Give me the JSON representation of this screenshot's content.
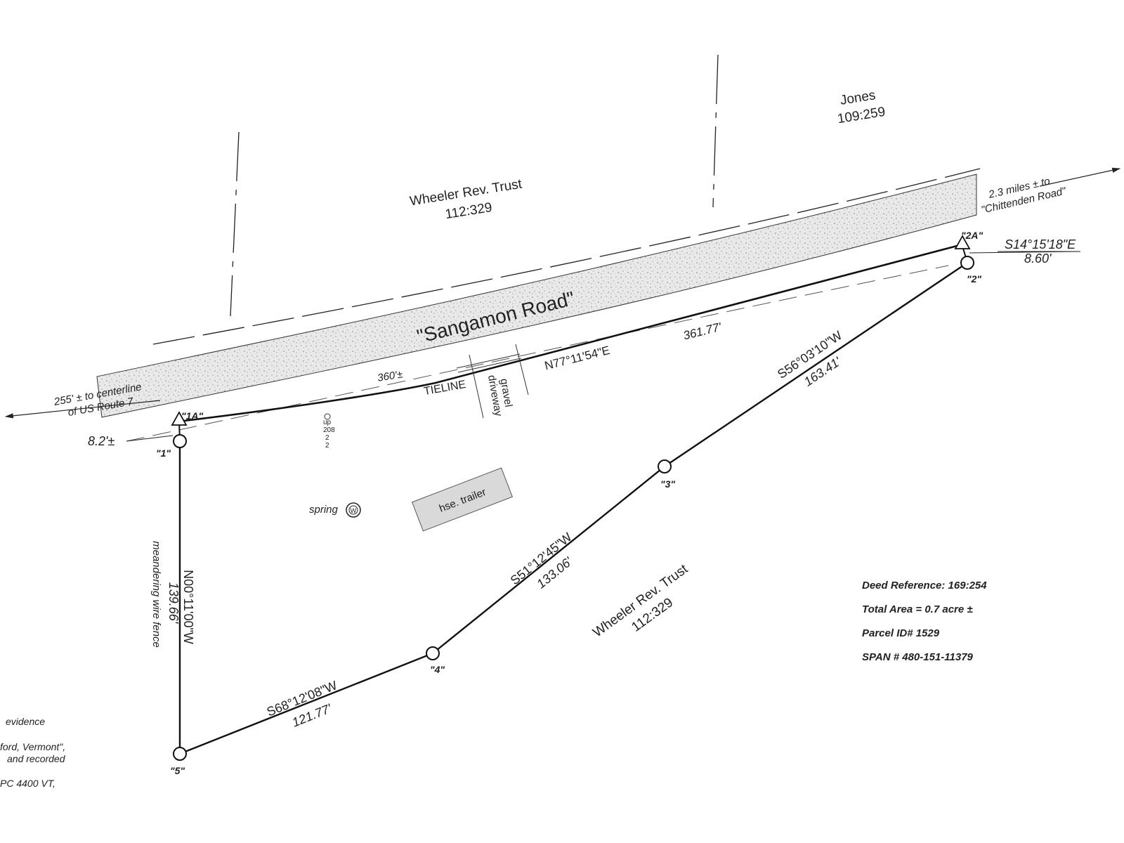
{
  "road": {
    "name": "\"Sangamon Road\""
  },
  "owners": {
    "north": {
      "name": "Wheeler Rev. Trust",
      "book": "112:329"
    },
    "northeast": {
      "name": "Jones",
      "book": "109:259"
    },
    "south": {
      "name": "Wheeler Rev. Trust",
      "book": "112:329"
    }
  },
  "directions": {
    "west_line1": "255' ± to centerline",
    "west_line2": "of US Route 7",
    "east_line1": "2.3 miles ± to",
    "east_line2": "\"Chittenden Road\""
  },
  "tie": {
    "offset_1a": "8.2'±",
    "bearing_2a": "S14°15'18\"E",
    "dist_2a": "8.60'"
  },
  "lines": {
    "north_bearing": "N77°11'54\"E",
    "north_dist": "361.77'",
    "tieline_dist": "360'±",
    "tieline_label": "TIELINE",
    "line_2_3_bearing": "S56°03'10\"W",
    "line_2_3_dist": "163.41'",
    "line_3_4_bearing": "S51°12'45\"W",
    "line_3_4_dist": "133.06'",
    "line_4_5_bearing": "S68°12'08\"W",
    "line_4_5_dist": "121.77'",
    "west_bearing": "N00°11'00\"W",
    "west_dist": "139.66'",
    "fence_note": "meandering wire fence"
  },
  "points": {
    "p1a": "\"1A\"",
    "p1": "\"1\"",
    "p2a": "\"2A\"",
    "p2": "\"2\"",
    "p3": "\"3\"",
    "p4": "\"4\"",
    "p5": "\"5\""
  },
  "features": {
    "driveway_line1": "gravel",
    "driveway_line2": "driveway",
    "spring": "spring",
    "trailer": "hse. trailer",
    "pole_line1": "up",
    "pole_line2": "208",
    "pole_line3": "2",
    "pole_line4": "2"
  },
  "info": {
    "deed": "Deed Reference:   169:254",
    "area": "Total Area = 0.7 acre ±",
    "parcel": "Parcel ID# 1529",
    "span": "SPAN # 480-151-11379"
  },
  "notes": {
    "n1": "evidence",
    "n2": "ford, Vermont\",",
    "n3": "and recorded",
    "n4": "PC 4400 VT,"
  }
}
